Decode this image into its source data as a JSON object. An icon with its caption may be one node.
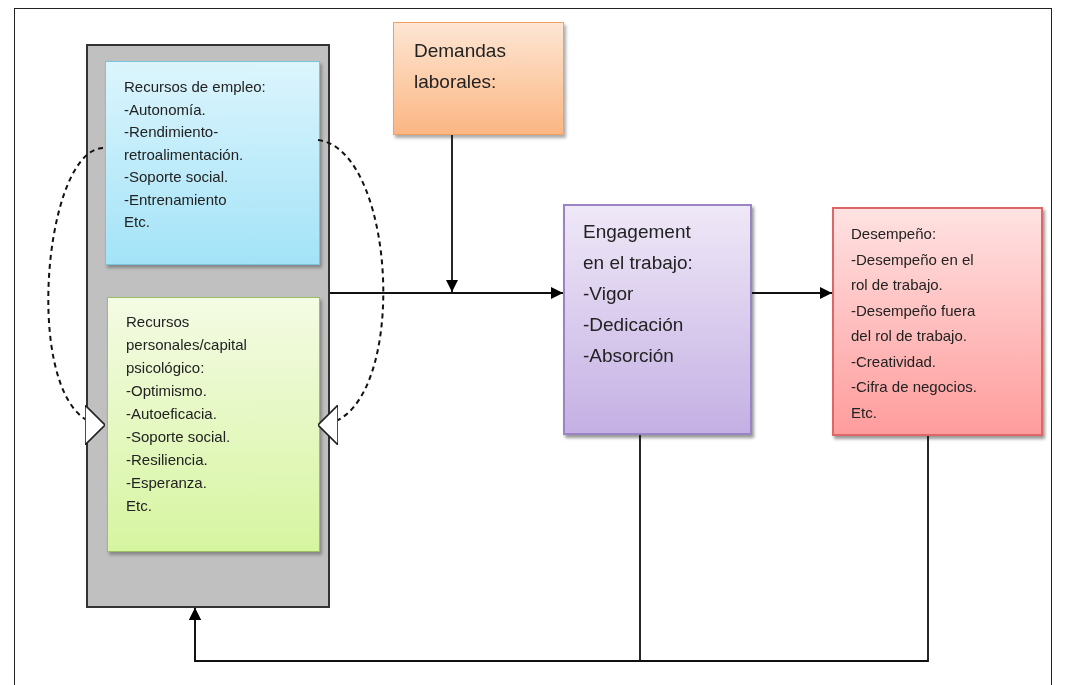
{
  "diagram": {
    "nodes": [
      {
        "text": [],
        "shape": "box"
      },
      {
        "text": [
          "Recursos de empleo:",
          "-Autonomía.",
          "-Rendimiento-retroalimentación.",
          "-Soporte social.",
          "-Entrenamiento",
          "Etc."
        ],
        "in": 0
      },
      {
        "text": [
          "Recursos personales/capital psicológico:",
          "-Optimismo.",
          "-Autoeficacia.",
          "-Soporte social.",
          "-Resiliencia.",
          "-Esperanza.",
          "Etc."
        ],
        "in": 0
      },
      {
        "text": [
          "Demandas laborales:"
        ]
      },
      {
        "text": [
          "Engagement en el trabajo:",
          "-Vigor",
          "-Dedicación",
          "-Absorción"
        ]
      },
      {
        "text": [
          "Desempeño:",
          "-Desempeño en el rol de trabajo.",
          "-Desempeño fuera del rol de trabajo.",
          "-Creatividad.",
          "-Cifra de negocios.",
          "Etc."
        ]
      }
    ],
    "edges": [
      {
        "from": 0,
        "to": 4,
        "arrow": "to"
      },
      {
        "from": 3,
        "to": null,
        "arrow": "to"
      },
      {
        "from": 4,
        "to": 5,
        "arrow": "to"
      },
      {
        "from": 4,
        "to": 0,
        "arrow": "to"
      },
      {
        "from": 5,
        "to": 0,
        "arrow": "to"
      },
      {
        "from": 1,
        "to": 2,
        "arrow": "to",
        "style": "dashed"
      },
      {
        "from": 1,
        "to": 2,
        "arrow": "to",
        "style": "dashed"
      }
    ]
  }
}
